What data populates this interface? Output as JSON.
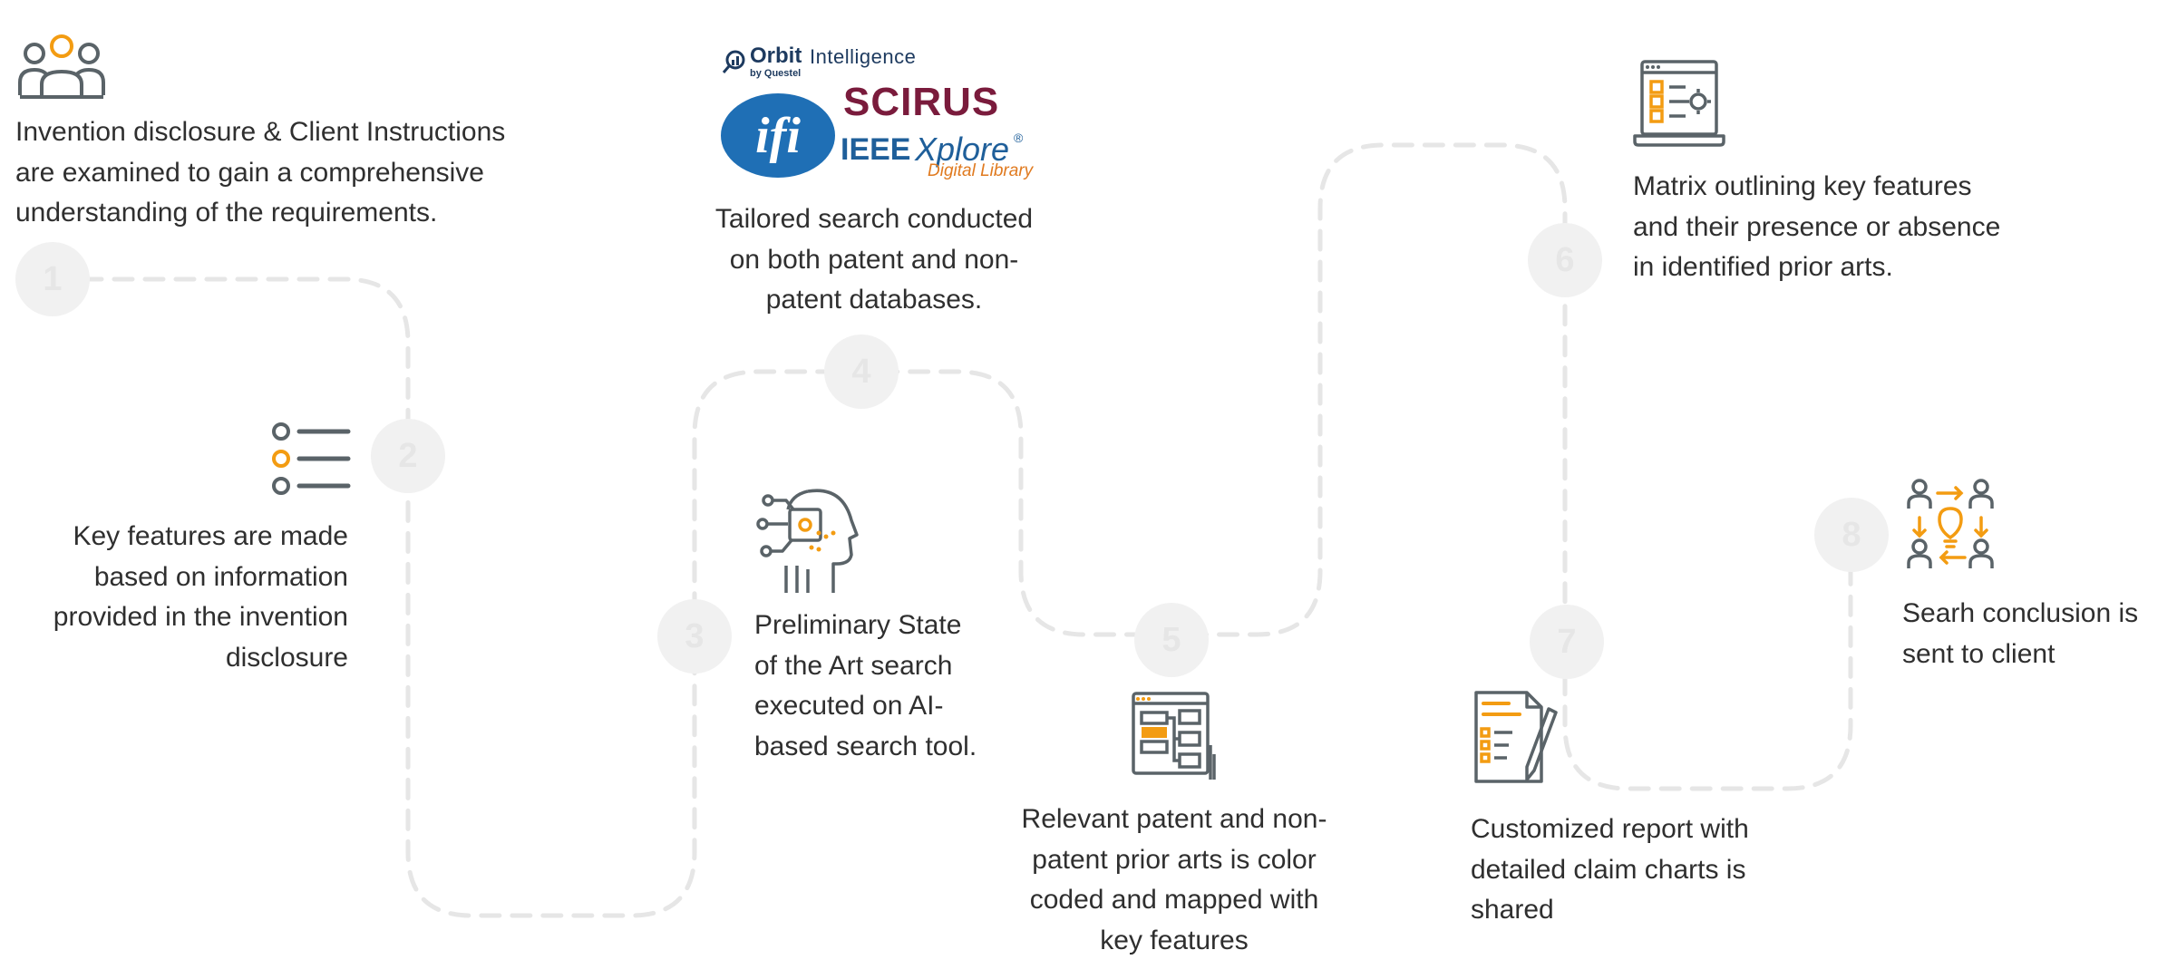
{
  "colors": {
    "accent": "#f39c12",
    "icon": "#5a6368",
    "path": "#e6e6e6",
    "circle": "#f1f1f1"
  },
  "steps": [
    {
      "number": "1",
      "text": "Invention disclosure & Client Instructions\nare examined to gain a comprehensive\nunderstanding of the requirements.",
      "icon": "users-group-icon"
    },
    {
      "number": "2",
      "text": "Key features are made\nbased on information\nprovided in the invention\ndisclosure",
      "icon": "list-icon"
    },
    {
      "number": "3",
      "text": "Preliminary State\nof the Art search\nexecuted on AI-\nbased search tool.",
      "icon": "ai-head-icon"
    },
    {
      "number": "4",
      "text": "Tailored search conducted\non both patent and non-\npatent databases.",
      "icon": "database-logos"
    },
    {
      "number": "5",
      "text": "Relevant patent and non-\npatent prior arts is color\ncoded and mapped with\nkey features",
      "icon": "mapping-icon"
    },
    {
      "number": "6",
      "text": "Matrix outlining key features\nand their presence or absence\nin identified prior arts.",
      "icon": "laptop-matrix-icon"
    },
    {
      "number": "7",
      "text": "Customized report with\ndetailed claim charts is\nshared",
      "icon": "report-icon"
    },
    {
      "number": "8",
      "text": "Searh conclusion is\nsent to client",
      "icon": "exchange-icon"
    }
  ],
  "logos": {
    "orbit": "Orbit",
    "orbit_suffix": "Intelligence",
    "orbit_by": "by Questel",
    "scirus": "SCIRUS",
    "ifi": "ifi",
    "ieee": "IEEE",
    "xplore": "Xplore",
    "xplore_mark": "®",
    "digital_library": "Digital Library"
  }
}
